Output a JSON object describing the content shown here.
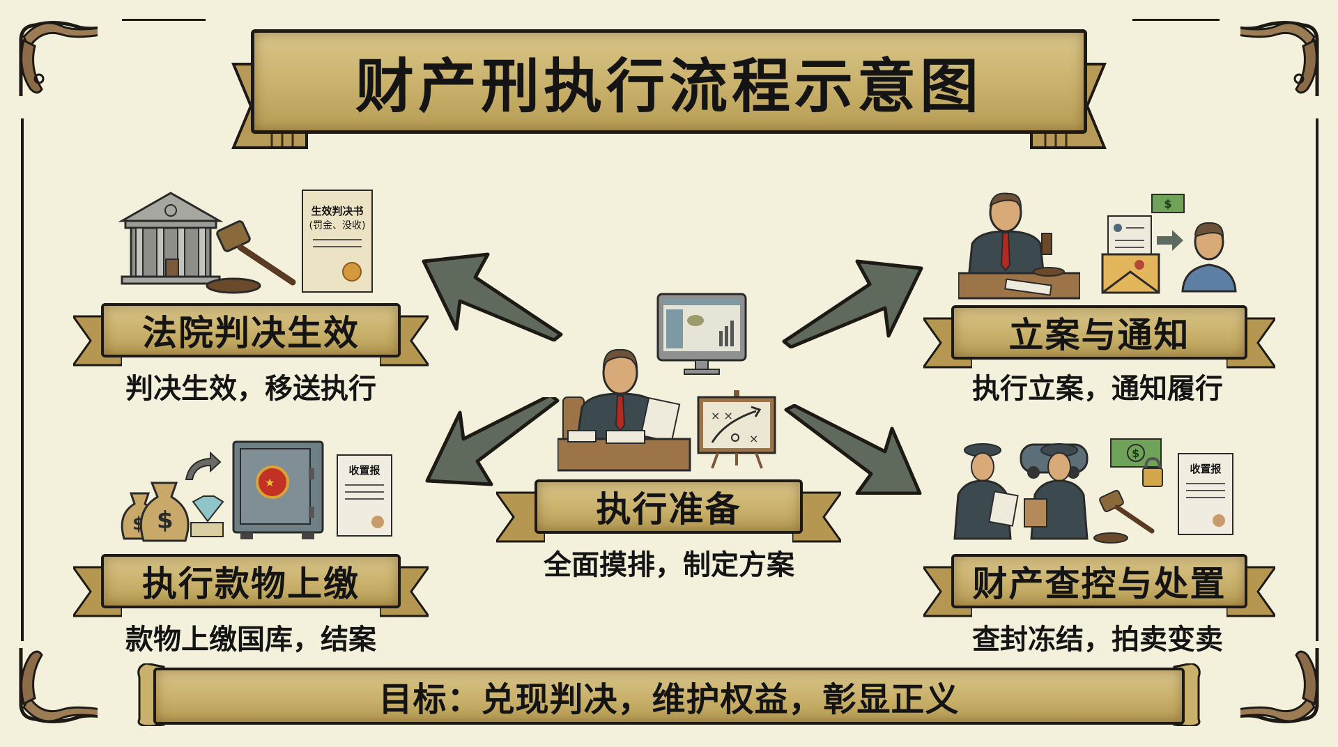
{
  "title": "财产刑执行流程示意图",
  "colors": {
    "background": "#f3f1dc",
    "ribbon": "#c9b16b",
    "ribbon_dark": "#a88a45",
    "outline": "#1d1a16",
    "arrow": "#5f6a5c",
    "uniform": "#3c4a50",
    "tie": "#b42a22"
  },
  "center": {
    "label": "执行准备",
    "subtitle": "全面摸排，制定方案",
    "icons": [
      "judge-at-desk-icon",
      "computer-monitor-icon",
      "strategy-easel-icon"
    ]
  },
  "steps": [
    {
      "id": "court-judgment",
      "label": "法院判决生效",
      "subtitle": "判决生效，移送执行",
      "position": "top-left",
      "icons": [
        "courthouse-icon",
        "gavel-icon",
        "judgment-document-icon"
      ],
      "document_text": [
        "生效判决书",
        "(罚金、没收)"
      ]
    },
    {
      "id": "filing-notification",
      "label": "立案与通知",
      "subtitle": "执行立案，通知履行",
      "position": "top-right",
      "icons": [
        "judge-stamping-icon",
        "envelope-notice-icon",
        "arrow-right-icon",
        "banknote-icon",
        "person-icon"
      ]
    },
    {
      "id": "asset-control",
      "label": "财产查控与处置",
      "subtitle": "查封冻结，拍卖变卖",
      "position": "bottom-right",
      "icons": [
        "officers-icon",
        "car-icon",
        "locked-money-icon",
        "gavel-icon",
        "receipt-icon"
      ],
      "document_text": [
        "收置报"
      ]
    },
    {
      "id": "payment-turnover",
      "label": "执行款物上缴",
      "subtitle": "款物上缴国库，结案",
      "position": "bottom-left",
      "icons": [
        "money-bags-icon",
        "diamond-icon",
        "safe-with-emblem-icon",
        "receipt-icon"
      ],
      "document_text": [
        "收置报"
      ]
    }
  ],
  "arrows": [
    {
      "from": "center",
      "to": "top-left",
      "direction": "up-left"
    },
    {
      "from": "center",
      "to": "top-right",
      "direction": "up-right"
    },
    {
      "from": "center",
      "to": "bottom-left",
      "direction": "down-left"
    },
    {
      "from": "center",
      "to": "bottom-right",
      "direction": "down-right"
    }
  ],
  "goal": "目标：兑现判决，维护权益，彰显正义"
}
